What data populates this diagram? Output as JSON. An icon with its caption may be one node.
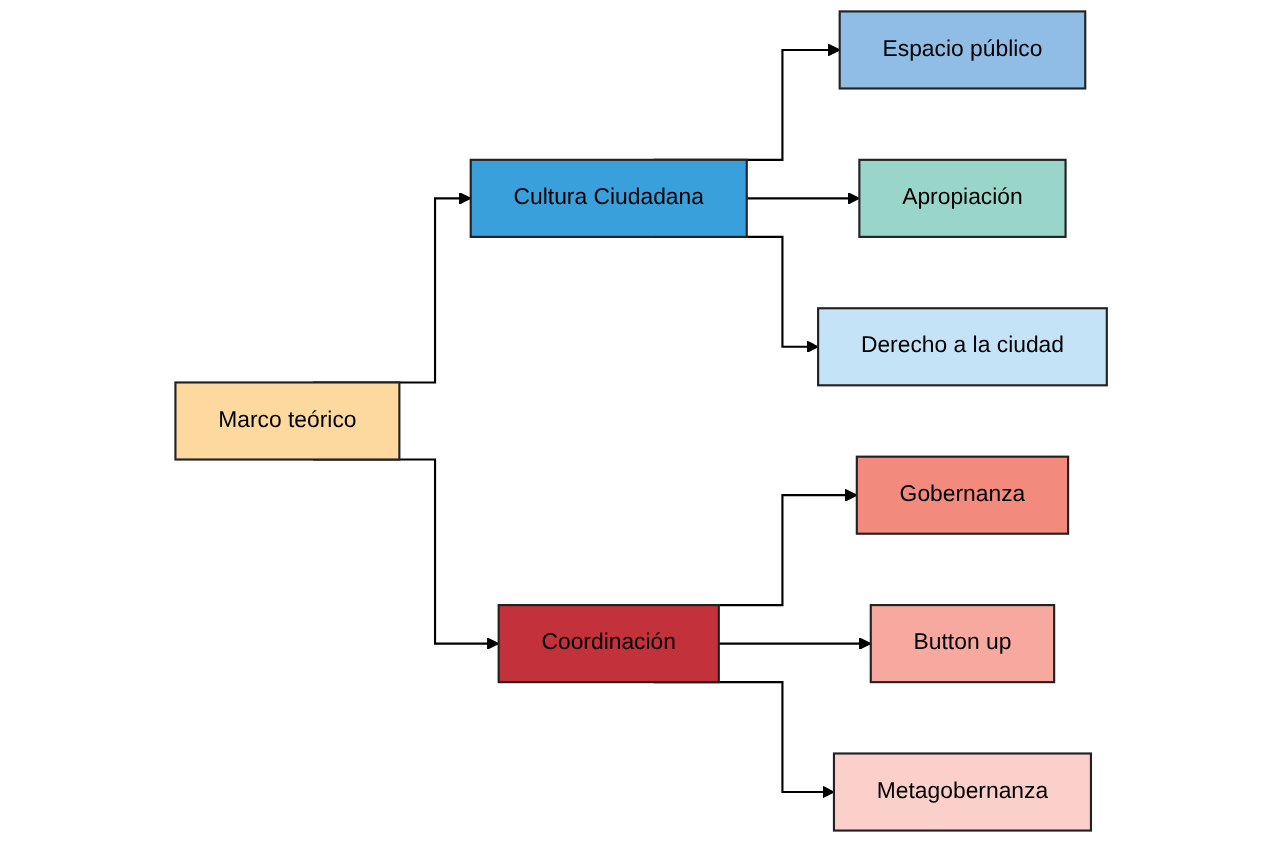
{
  "diagram": {
    "nodes": [
      {
        "text": [
          "Marco teórico"
        ]
      },
      {
        "text": [
          "Cultura Ciudadana"
        ]
      },
      {
        "text": [
          "Espacio público"
        ]
      },
      {
        "text": [
          "Apropiación"
        ]
      },
      {
        "text": [
          "Derecho a la ciudad"
        ]
      },
      {
        "text": [
          "Coordinación"
        ]
      },
      {
        "text": [
          "Gobernanza"
        ]
      },
      {
        "text": [
          "Button up"
        ]
      },
      {
        "text": [
          "Metagobernanza"
        ]
      }
    ],
    "edges": [
      {
        "from": 0,
        "to": 1,
        "arrow": "to"
      },
      {
        "from": 0,
        "to": 5,
        "arrow": "to"
      },
      {
        "from": 1,
        "to": 2,
        "arrow": "to"
      },
      {
        "from": 1,
        "to": 3,
        "arrow": "to"
      },
      {
        "from": 1,
        "to": 4,
        "arrow": "to"
      },
      {
        "from": 5,
        "to": 6,
        "arrow": "to"
      },
      {
        "from": 5,
        "to": 7,
        "arrow": "to"
      },
      {
        "from": 5,
        "to": 8,
        "arrow": "to"
      }
    ]
  }
}
